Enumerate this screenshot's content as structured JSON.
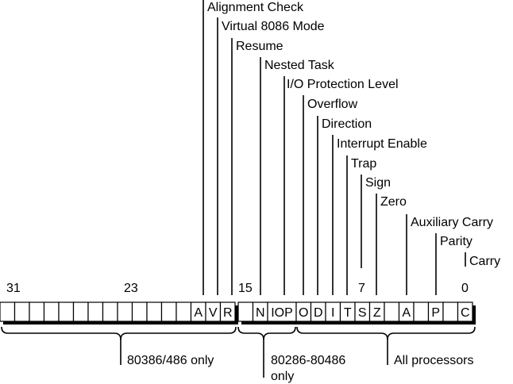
{
  "flag_labels": [
    "Alignment Check",
    "Virtual 8086 Mode",
    "Resume",
    "Nested Task",
    "I/O Protection Level",
    "Overflow",
    "Direction",
    "Interrupt Enable",
    "Trap",
    "Sign",
    "Zero",
    "Auxiliary Carry",
    "Parity",
    "Carry"
  ],
  "bit_numbers": [
    "31",
    "23",
    "15",
    "7",
    "0"
  ],
  "register_cells": {
    "upper": [
      "",
      "",
      "",
      "",
      "",
      "",
      "",
      "",
      "",
      "",
      "",
      "",
      "",
      "A",
      "V",
      "R"
    ],
    "lower": [
      "",
      "N",
      "IOP",
      "O",
      "D",
      "I",
      "T",
      "S",
      "Z",
      "",
      "A",
      "",
      "P",
      "",
      "C"
    ]
  },
  "groups": {
    "g386": "80386/486 only",
    "g286_line1": "80286-80486",
    "g286_line2": "only",
    "gall": "All processors"
  }
}
